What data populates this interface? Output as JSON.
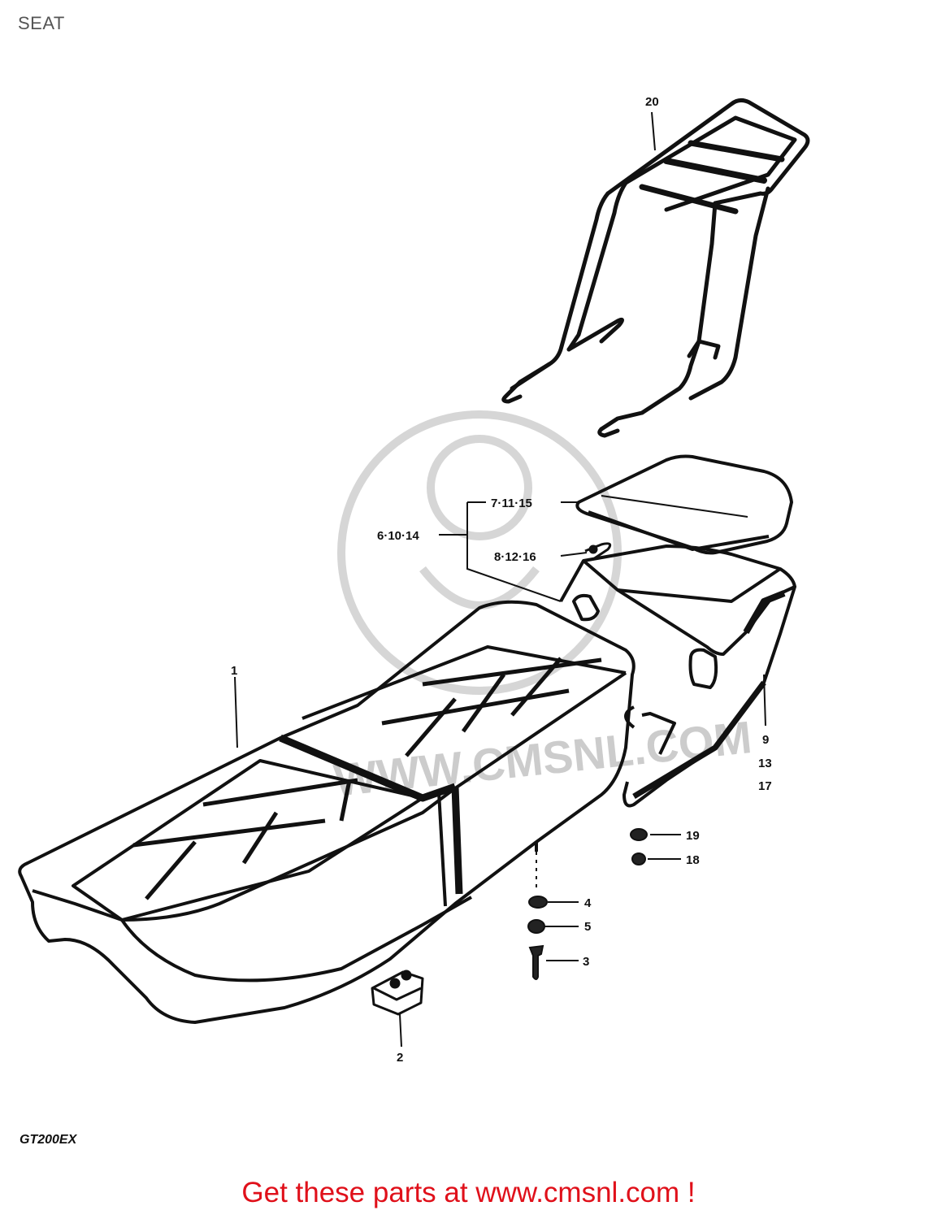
{
  "header": {
    "title": "SEAT"
  },
  "diagram": {
    "model_code": "GT200EX",
    "watermark_text": "WWW.CMSNL.COM",
    "callouts": {
      "c1": "1",
      "c2": "2",
      "c3": "3",
      "c4": "4",
      "c5": "5",
      "c6_10_14": "6·10·14",
      "c7_11_15": "7·11·15",
      "c8_12_16": "8·12·16",
      "c9": "9",
      "c13": "13",
      "c17": "17",
      "c18": "18",
      "c19": "19",
      "c20": "20"
    }
  },
  "footer": {
    "cta_text": "Get these parts at www.cmsnl.com !"
  },
  "colors": {
    "line": "#111111",
    "watermark": "#cccccc",
    "cta": "#e0101a",
    "title": "#555555"
  }
}
